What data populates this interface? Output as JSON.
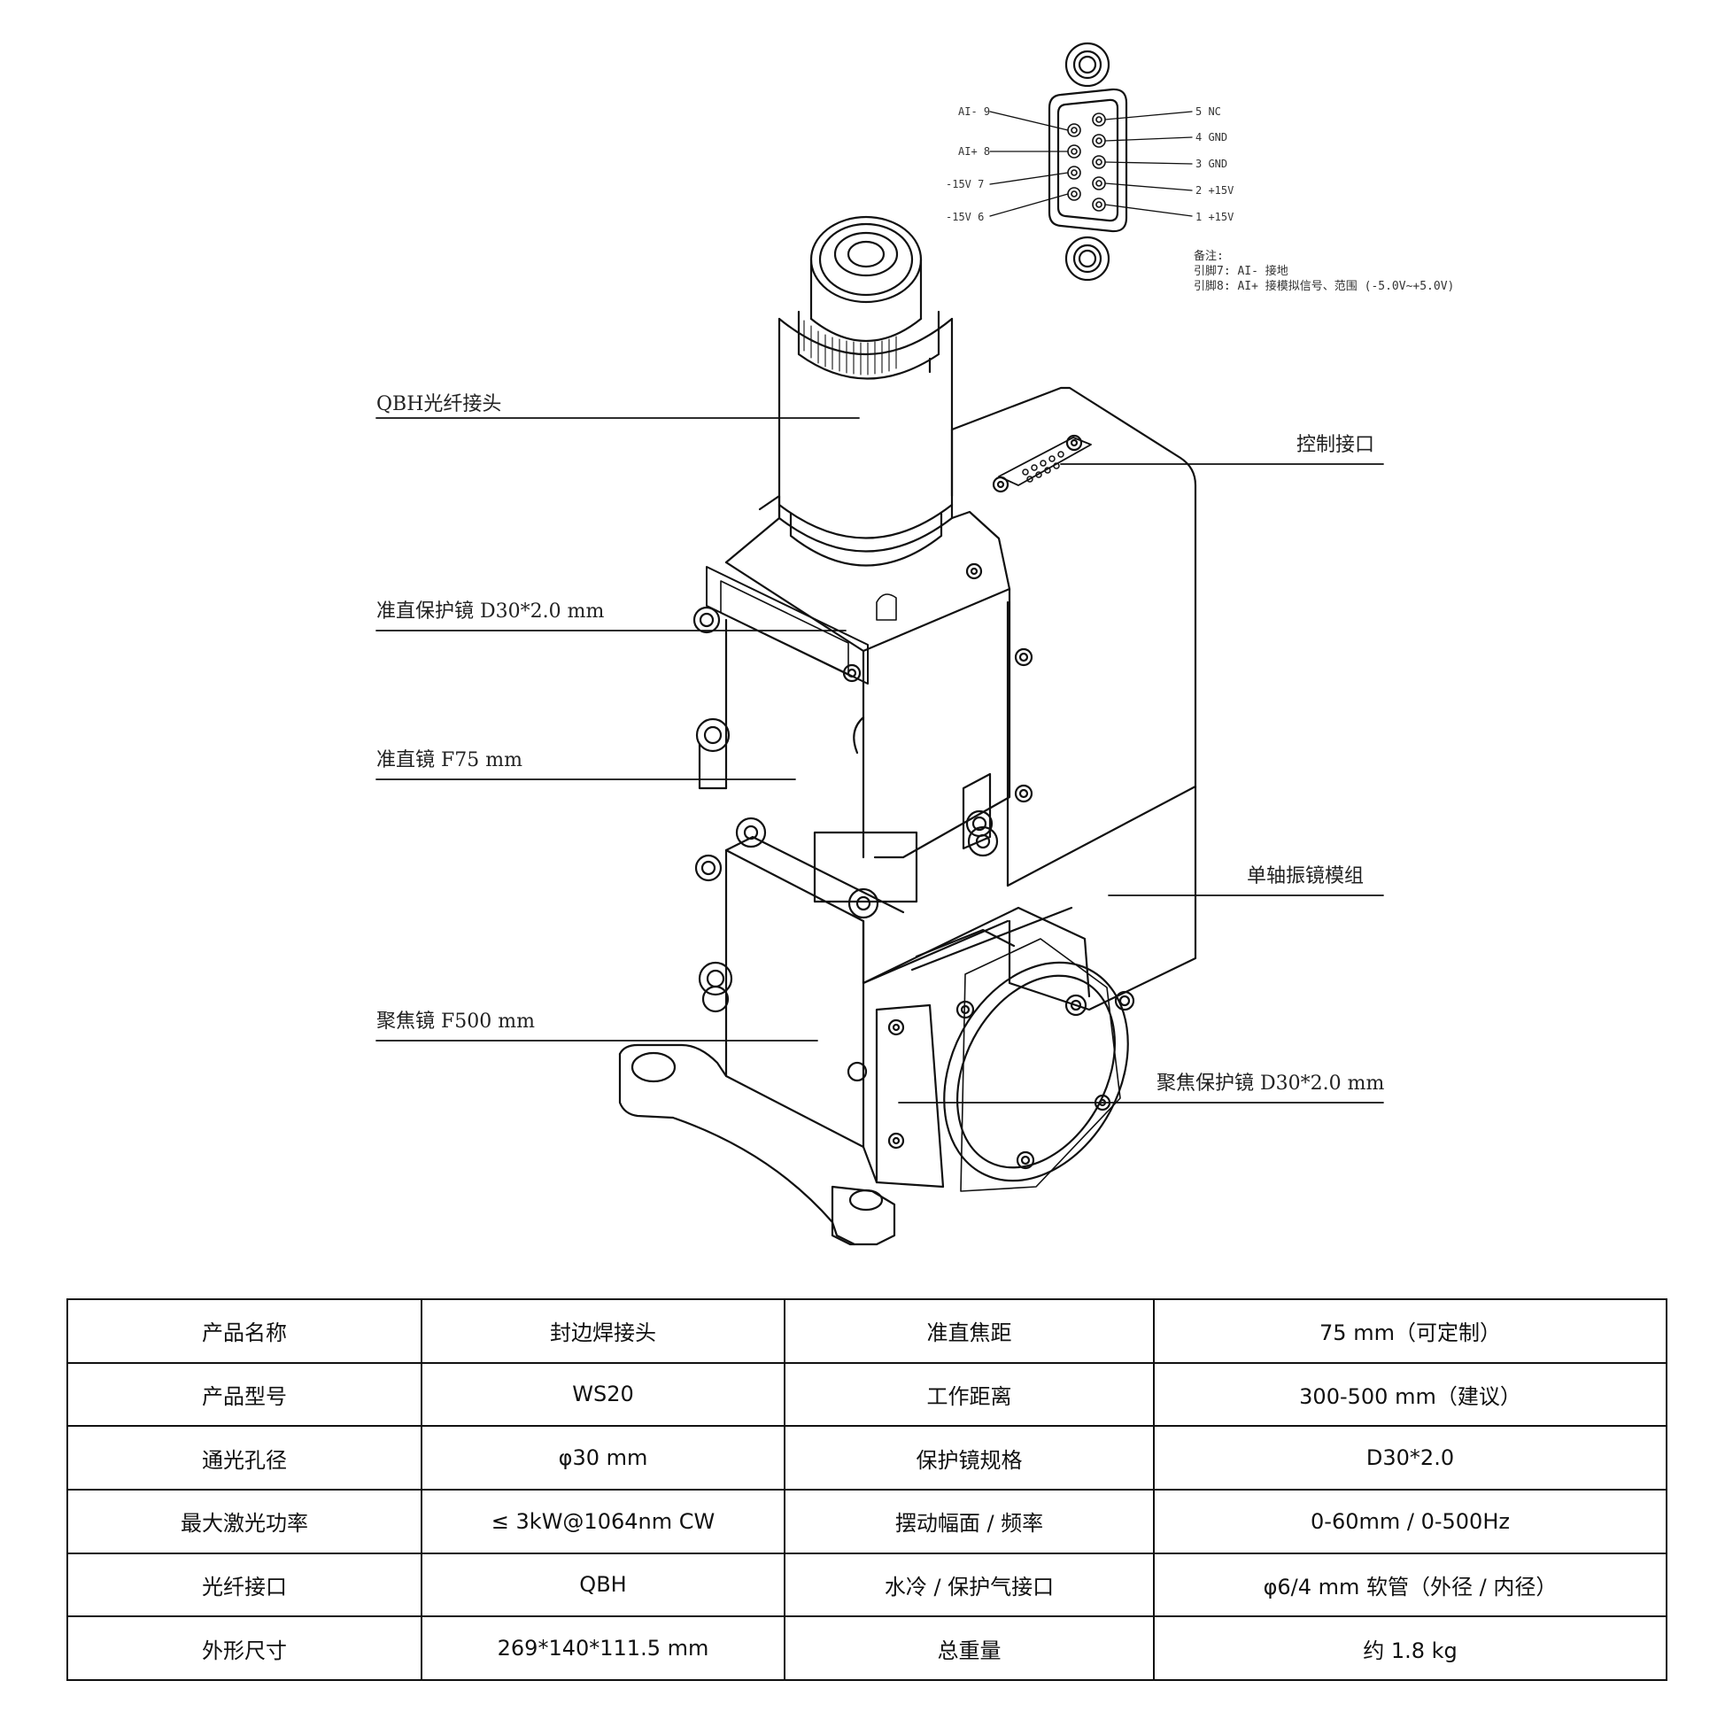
{
  "callouts": {
    "qbh": "QBH光纤接头",
    "collimator_protect": "准直保护镜 D30*2.0 mm",
    "collimator": "准直镜 F75 mm",
    "focus": "聚焦镜 F500 mm",
    "control_port": "控制接口",
    "galvo": "单轴振镜模组",
    "focus_protect": "聚焦保护镜 D30*2.0 mm"
  },
  "connector": {
    "left_pins": [
      "AI- 9",
      "AI+ 8",
      "-15V 7",
      "-15V 6"
    ],
    "right_pins": [
      "5 NC",
      "4 GND",
      "3 GND",
      "2 +15V",
      "1 +15V"
    ],
    "notes": [
      "备注:",
      "引脚7: AI- 接地",
      "引脚8: AI+ 接模拟信号、范围 (-5.0V~+5.0V)"
    ]
  },
  "table": {
    "rows": [
      [
        "产品名称",
        "封边焊接头",
        "准直焦距",
        "75 mm（可定制）"
      ],
      [
        "产品型号",
        "WS20",
        "工作距离",
        "300-500 mm（建议）"
      ],
      [
        "通光孔径",
        "φ30 mm",
        "保护镜规格",
        "D30*2.0"
      ],
      [
        "最大激光功率",
        "≤ 3kW@1064nm CW",
        "摆动幅面 / 频率",
        "0-60mm / 0-500Hz"
      ],
      [
        "光纤接口",
        "QBH",
        "水冷 / 保护气接口",
        "φ6/4 mm 软管（外径 / 内径）"
      ],
      [
        "外形尺寸",
        "269*140*111.5 mm",
        "总重量",
        "约 1.8 kg"
      ]
    ]
  }
}
